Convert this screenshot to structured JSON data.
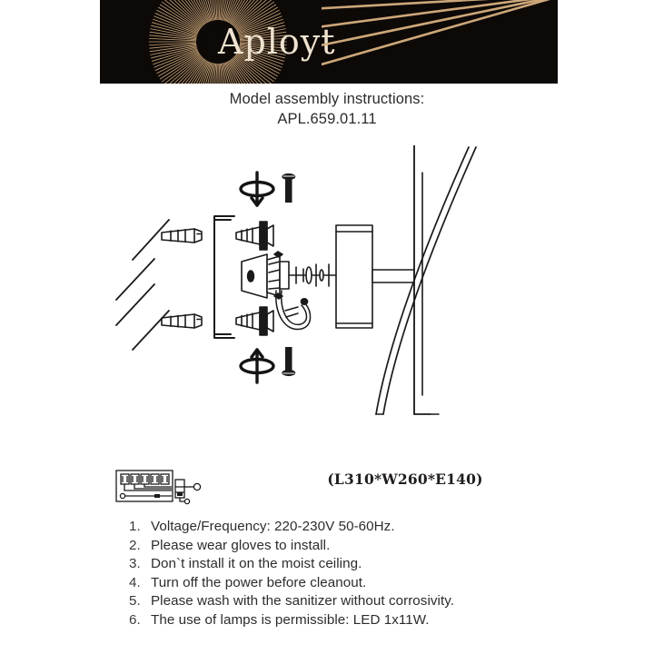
{
  "brand": {
    "name": "Aployt",
    "logo_icon": "sunburst-logo-icon",
    "rays_icon": "radiating-rays-icon",
    "banner_bg": "#0d0907",
    "gold": "#d8b080",
    "cream": "#efe3cf"
  },
  "header": {
    "title_line1": "Model assembly instructions:",
    "title_line2": "APL.659.01.11"
  },
  "diagram": {
    "name": "wall-lamp-assembly-diagram",
    "parts": {
      "wall_hatching": "wall-surface-hatching",
      "wall_plug_top": "wall-anchor-plug",
      "wall_plug_bottom": "wall-anchor-plug",
      "mounting_bracket": "mounting-bracket",
      "screw_top": "mounting-screw",
      "screw_bottom": "mounting-screw",
      "terminal_block": "terminal-connector",
      "wiring_loop": "wire-loop",
      "threaded_rod": "threaded-rod",
      "lamp_base_cylinder": "lamp-base-cylinder",
      "lamp_body": "curved-lamp-body",
      "rotate_symbol_top": "rotate-screw-symbol",
      "rotate_symbol_bottom": "rotate-screw-symbol",
      "fixing_screw_top": "fixing-screw",
      "fixing_screw_bottom": "fixing-screw"
    }
  },
  "dimensions": {
    "wiring_icon": "wiring-terminal-diagram-icon",
    "text": "(L310*W260*E140)"
  },
  "notes": {
    "items": [
      {
        "num": "1.",
        "text": "Voltage/Frequency: 220-230V 50-60Hz."
      },
      {
        "num": "2.",
        "text": "Please wear gloves to install."
      },
      {
        "num": "3.",
        "text": "Don`t install it on the moist ceiling."
      },
      {
        "num": "4.",
        "text": "Turn off the power before cleanout."
      },
      {
        "num": "5.",
        "text": "Please wash with the sanitizer without corrosivity."
      },
      {
        "num": "6.",
        "text": "The use of lamps is permissible: LED 1x11W."
      }
    ]
  }
}
